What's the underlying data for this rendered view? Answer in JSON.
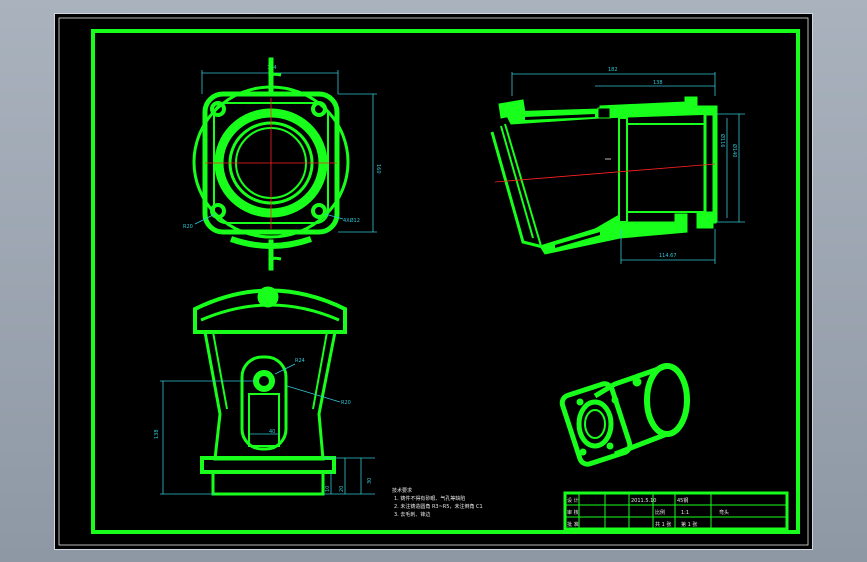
{
  "colors": {
    "background": "#000000",
    "outline": "#18ff1c",
    "dimension": "#31c7d6",
    "centerline": "#ff2020",
    "desktop": "#9aa3ae"
  },
  "dimensions": {
    "top_width": "144",
    "top_height": "160",
    "bolt_hole": "4XØ12",
    "corner_radius": "R20",
    "section_total": "182",
    "section_length": "138",
    "section_bore": "Ø116",
    "section_outer": "Ø140",
    "section_bottom": "114.67",
    "front_r1": "R24",
    "front_r2": "R20",
    "front_height": "138",
    "front_width": "40",
    "front_step1": "10",
    "front_step2": "20",
    "front_step3": "30"
  },
  "notes": {
    "title": "技术要求",
    "line1": "1. 铸件不得有砂眼、气孔等缺陷",
    "line2": "2. 未注铸造圆角 R3~R5，未注倒角 C1",
    "line3": "3. 去毛刺、锋边"
  },
  "title_block": {
    "designer": "设 计",
    "checker": "审 核",
    "approver": "批 准",
    "date": "2011.5.10",
    "material": "45钢",
    "scale_label": "比例",
    "scale": "1:1",
    "sheet_total": "共 1 张",
    "sheet_no": "第 1 张",
    "part_name": "弯头"
  }
}
